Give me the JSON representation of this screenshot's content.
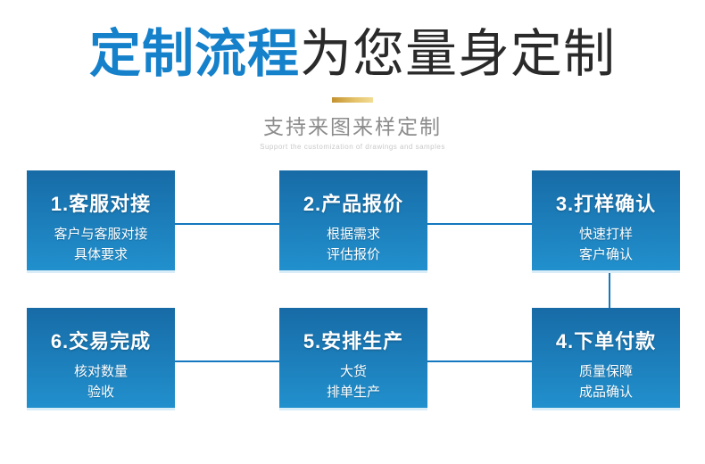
{
  "header": {
    "title_highlight": "定制流程",
    "title_rest": "为您量身定制",
    "subtitle": "支持来图来样定制",
    "subtitle_en": "Support the customization of drawings and samples"
  },
  "colors": {
    "title_blue": "#1581CB",
    "box_gradient_top": "#176BA6",
    "box_gradient_bottom": "#2190CD",
    "box_bottom_edge": "#D9EDF8",
    "connector_blue": "#1478BE",
    "gold_accent": "#E4C269",
    "subtitle_gray": "#8C8C8C",
    "subtitle_en_gray": "#C9C9C9"
  },
  "flow": {
    "steps": [
      {
        "title": "1.客服对接",
        "lines": [
          "客户与客服对接",
          "具体要求"
        ]
      },
      {
        "title": "2.产品报价",
        "lines": [
          "根据需求",
          "评估报价"
        ]
      },
      {
        "title": "3.打样确认",
        "lines": [
          "快速打样",
          "客户确认"
        ]
      },
      {
        "title": "4.下单付款",
        "lines": [
          "质量保障",
          "成品确认"
        ]
      },
      {
        "title": "5.安排生产",
        "lines": [
          "大货",
          "排单生产"
        ]
      },
      {
        "title": "6.交易完成",
        "lines": [
          "核对数量",
          "验收"
        ]
      }
    ]
  }
}
